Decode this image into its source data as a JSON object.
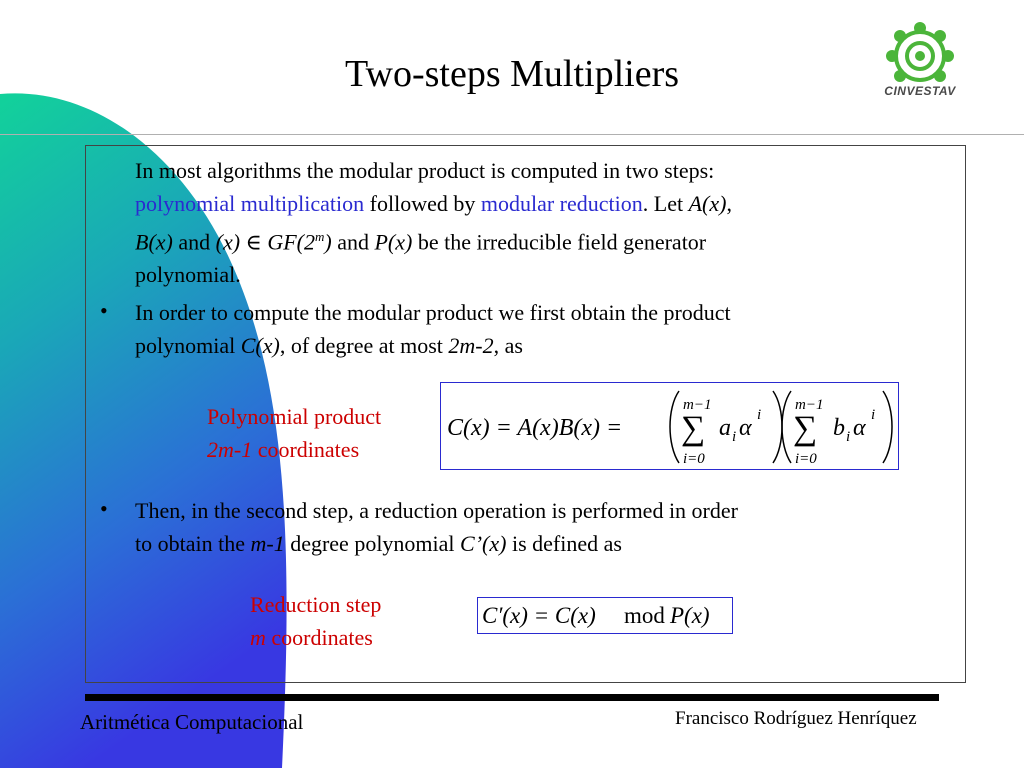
{
  "slide": {
    "title": "Two-steps Multipliers",
    "logo_text": "CINVESTAV"
  },
  "intro": {
    "line1": "In most algorithms the modular product is computed in two steps:",
    "poly_mult": "polynomial multiplication",
    "followed_by": " followed by ",
    "mod_red": "modular reduction",
    "let_text": ". Let ",
    "ax": "A(x)",
    "comma": ",",
    "bx": "B(x)",
    "and1": " and ",
    "x_in": "(x)  ∈ GF(2",
    "sup_m": "m",
    "close": ")",
    "and2": " and ",
    "px": "P(x)",
    "rest": " be the irreducible field generator",
    "polynomial_end": "polynomial."
  },
  "bullet1": {
    "symbol": "•",
    "line1": "In order to compute the modular product we first obtain the product",
    "line2_a": "polynomial ",
    "cx": "C(x)",
    "line2_b": ", of degree at most ",
    "deg": "2m-2",
    "line2_c": ", as"
  },
  "caption1": {
    "line1": "Polynomial product",
    "italic": "2m-1",
    "rest": " coordinates"
  },
  "formula1": {
    "lhs": "C(x) = A(x)B(x) =",
    "sum_top": "m−1",
    "sum_bottom": "i=0",
    "term_a": "a",
    "term_b": "b",
    "sub_i": "i",
    "alpha": "α",
    "sup_i": "i"
  },
  "bullet2": {
    "symbol": "•",
    "line1": "Then, in the second step, a reduction operation is performed in order",
    "line2_a": " to obtain the ",
    "m1": "m-1",
    "line2_b": " degree polynomial ",
    "cpx": "C’(x)",
    "line2_c": " is defined as"
  },
  "caption2": {
    "line1": "Reduction step",
    "italic": "m",
    "rest": " coordinates"
  },
  "formula2": {
    "text_a": "C′(x) = C(x)",
    "mod": "mod",
    "text_b": " P(x)"
  },
  "footer": {
    "left": "Aritmética Computacional",
    "right": "Francisco Rodríguez Henríquez"
  },
  "colors": {
    "accent_blue": "#2a2ad0",
    "accent_red": "#cc0000",
    "gradient_top": "#14c89a",
    "gradient_bottom": "#3a3ae0",
    "logo_green": "#4bb53a"
  }
}
